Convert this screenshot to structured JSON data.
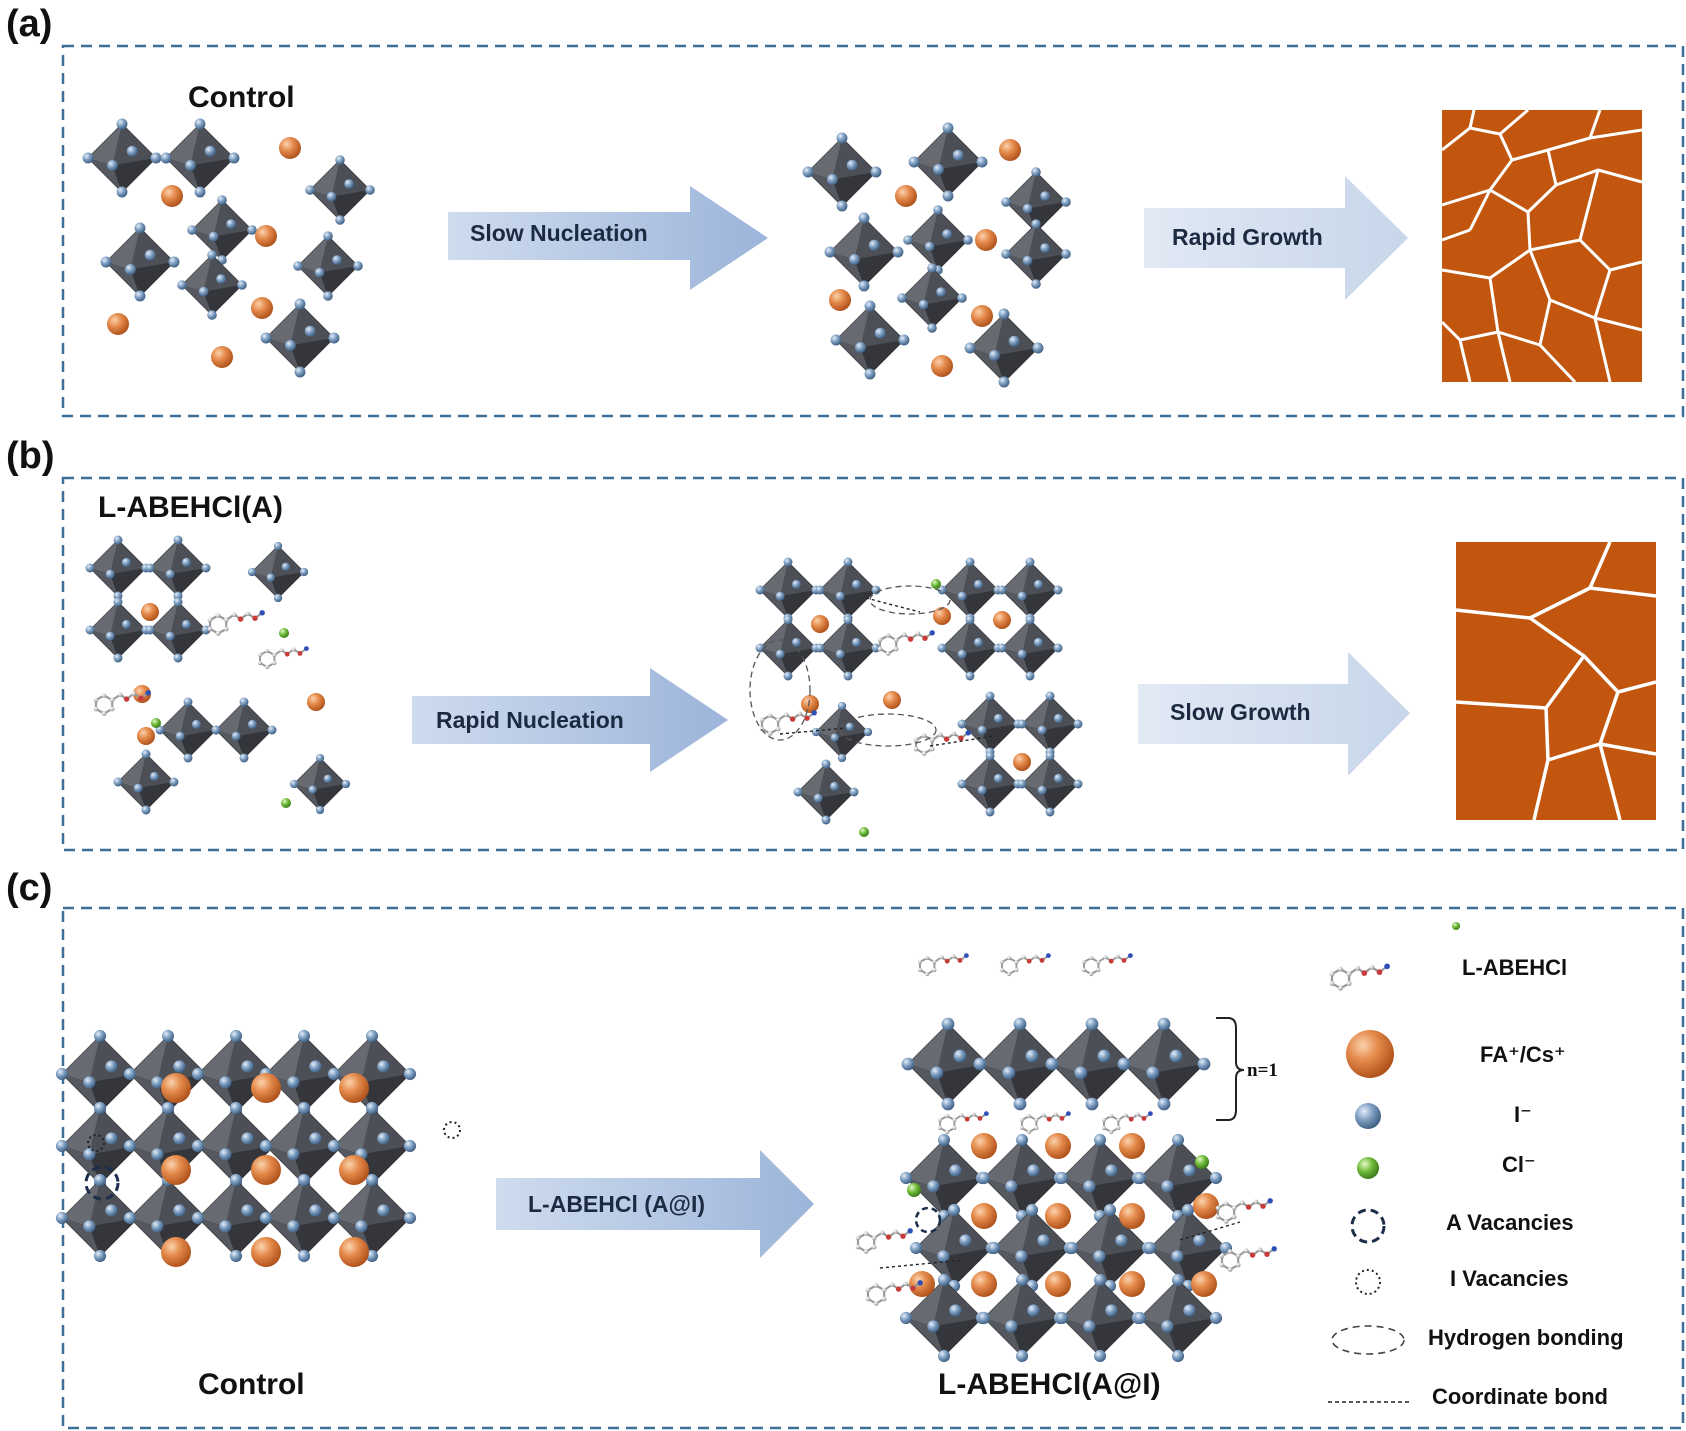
{
  "colors": {
    "frame": "#3f6f96",
    "octahedron_dark": "#3b3d42",
    "octahedron_light": "#75787e",
    "iodide_ion": "#7d9dc0",
    "cation": "#d9793a",
    "chloride_ion": "#6fbb3a",
    "film": "#c2560f",
    "arrow": "#a9bedf"
  },
  "panels": [
    {
      "id": "a",
      "letter": "(a)",
      "title": "Control",
      "arrow1": "Slow Nucleation",
      "arrow2": "Rapid Growth",
      "film": "many-small-grains"
    },
    {
      "id": "b",
      "letter": "(b)",
      "title": "L-ABEHCl(A)",
      "arrow1": "Rapid Nucleation",
      "arrow2": "Slow Growth",
      "film": "few-large-grains"
    },
    {
      "id": "c",
      "letter": "(c)",
      "left_title": "Control",
      "arrow": "L-ABEHCl  (A@I)",
      "right_title": "L-ABEHCl(A@I)",
      "layer_label": "n=1"
    }
  ],
  "legend": [
    {
      "symbol": "molecule-icon",
      "text": "L-ABEHCl"
    },
    {
      "symbol": "cation-sphere-icon",
      "text": "FA⁺/Cs⁺"
    },
    {
      "symbol": "iodide-sphere-icon",
      "text": "I⁻"
    },
    {
      "symbol": "chloride-sphere-icon",
      "text": "Cl⁻"
    },
    {
      "symbol": "dashed-circle-icon",
      "text": "A  Vacancies"
    },
    {
      "symbol": "dotted-circle-icon",
      "text": "I  Vacancies"
    },
    {
      "symbol": "dashed-ellipse-icon",
      "text": "Hydrogen bonding"
    },
    {
      "symbol": "dashed-line-icon",
      "text": "Coordinate bond"
    }
  ]
}
